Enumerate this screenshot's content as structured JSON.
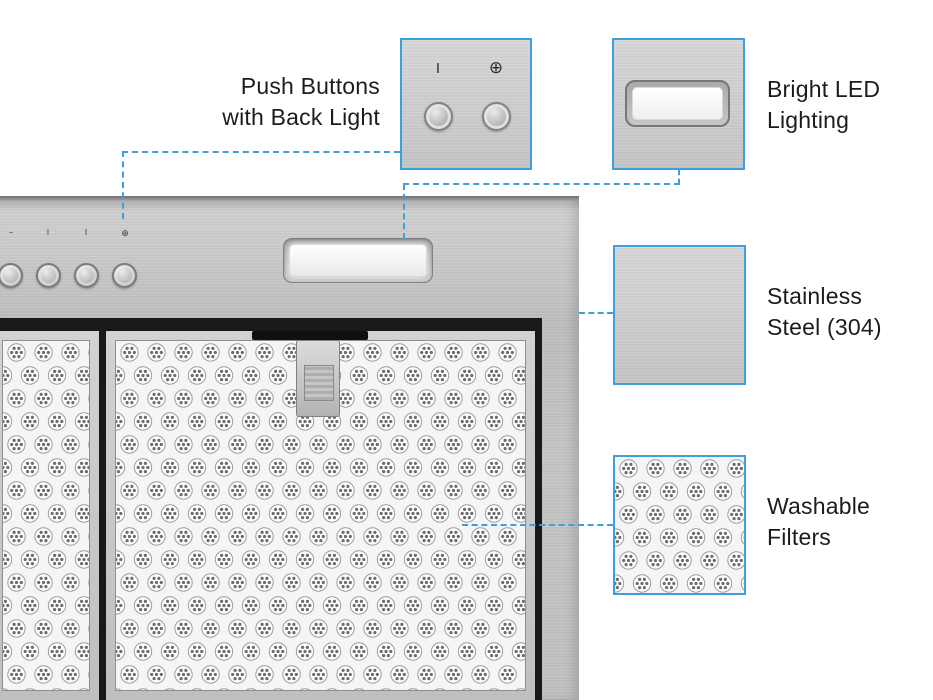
{
  "colors": {
    "accent": "#3D9FDB",
    "steel": "#C6C6C6",
    "text": "#1C1C1C"
  },
  "annotations": {
    "push_buttons": {
      "label": "Push Buttons\nwith Back Light"
    },
    "led": {
      "label": "Bright LED\nLighting"
    },
    "stainless": {
      "label": "Stainless\nSteel (304)"
    },
    "filters": {
      "label": "Washable\nFilters"
    }
  },
  "callouts": {
    "push_buttons": {
      "icon": "push-buttons-closeup",
      "power_glyph": "I",
      "light_glyph": "⊕"
    },
    "led": {
      "icon": "led-panel-closeup"
    },
    "stainless": {
      "icon": "stainless-steel-texture"
    },
    "filters": {
      "icon": "mesh-filter-closeup"
    }
  },
  "hood": {
    "control_glyphs": [
      "−",
      "I",
      "I",
      "⊕"
    ]
  }
}
